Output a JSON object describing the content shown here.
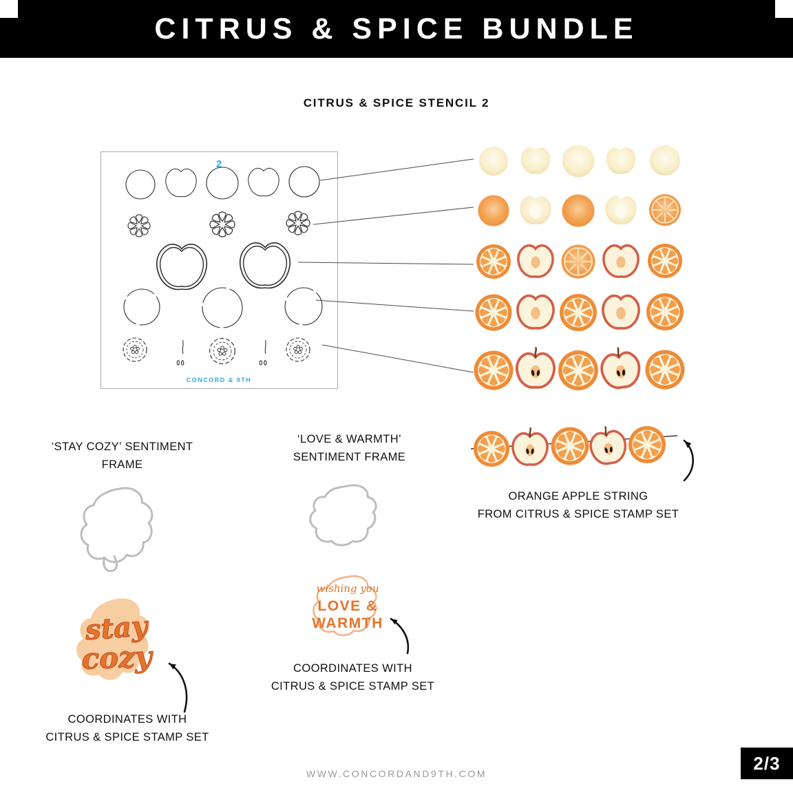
{
  "page": {
    "title": "CITRUS & SPICE BUNDLE",
    "section_title": "CITRUS & SPICE STENCIL 2",
    "footer_url": "WWW.CONCORDAND9TH.COM",
    "page_indicator": "2/3"
  },
  "stencil": {
    "plate_number": "2",
    "brand": "CONCORD & 9TH"
  },
  "labels": {
    "stay_cozy_frame_line1": "‘STAY COZY’ SENTIMENT",
    "stay_cozy_frame_line2": "FRAME",
    "love_warmth_frame_line1": "‘LOVE & WARMTH’",
    "love_warmth_frame_line2": "SENTIMENT FRAME",
    "string_caption_line1": "ORANGE APPLE STRING",
    "string_caption_line2": "FROM CITRUS & SPICE STAMP SET",
    "coordinates_stay_line1": "COORDINATES WITH",
    "coordinates_stay_line2": "CITRUS & SPICE STAMP SET",
    "coordinates_love_line1": "COORDINATES WITH",
    "coordinates_love_line2": "CITRUS & SPICE STAMP SET"
  },
  "stamps": {
    "stay_cozy": {
      "word1": "stay",
      "word2": "cozy"
    },
    "love_warmth": {
      "script": "wishing you",
      "line1": "LOVE &",
      "line2": "WARMTH"
    }
  },
  "colors": {
    "accent_blue": "#29ABE2",
    "orange_rind": "#ED8C38",
    "orange_mid": "#F3A455",
    "cream": "#F9EFCC",
    "apple_red": "#D2604A",
    "stamp_orange": "#E4742C",
    "frame_gray": "#BDBDBD"
  }
}
